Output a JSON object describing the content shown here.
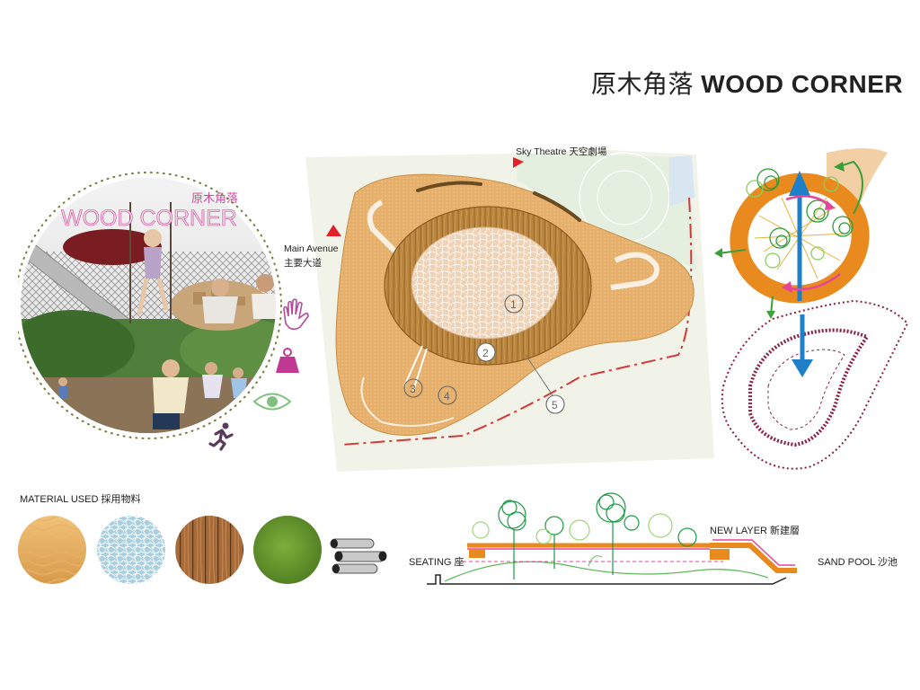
{
  "header": {
    "title_cn": "原木角落",
    "title_en": "WOOD CORNER"
  },
  "photo_circle": {
    "label_cn": "原木角落",
    "label_en": "WOOD CORNER"
  },
  "plan": {
    "sky_theatre_label": "Sky Theatre 天空劇場",
    "main_avenue_label_en": "Main Avenue",
    "main_avenue_label_cn": "主要大道",
    "markers": [
      "1",
      "2",
      "3",
      "4",
      "5"
    ]
  },
  "sense_icons": [
    "hand-icon",
    "weight-icon",
    "eye-icon",
    "runner-icon"
  ],
  "materials": {
    "heading": "MATERIAL USED 採用物料",
    "swatches": [
      "sand",
      "rope-net",
      "timber",
      "grass",
      "steel-pipe"
    ]
  },
  "section": {
    "new_layer_label": "NEW LAYER 新建層",
    "seating_label": "SEATING 座",
    "sand_pool_label": "SAND POOL 沙池"
  },
  "colors": {
    "wood_orange": "#e8a85c",
    "deep_orange": "#e98a1e",
    "magenta": "#e6459a",
    "green": "#3aa03a",
    "blue_arrow": "#1f7fc8",
    "dotted_maroon": "#8a2040"
  }
}
